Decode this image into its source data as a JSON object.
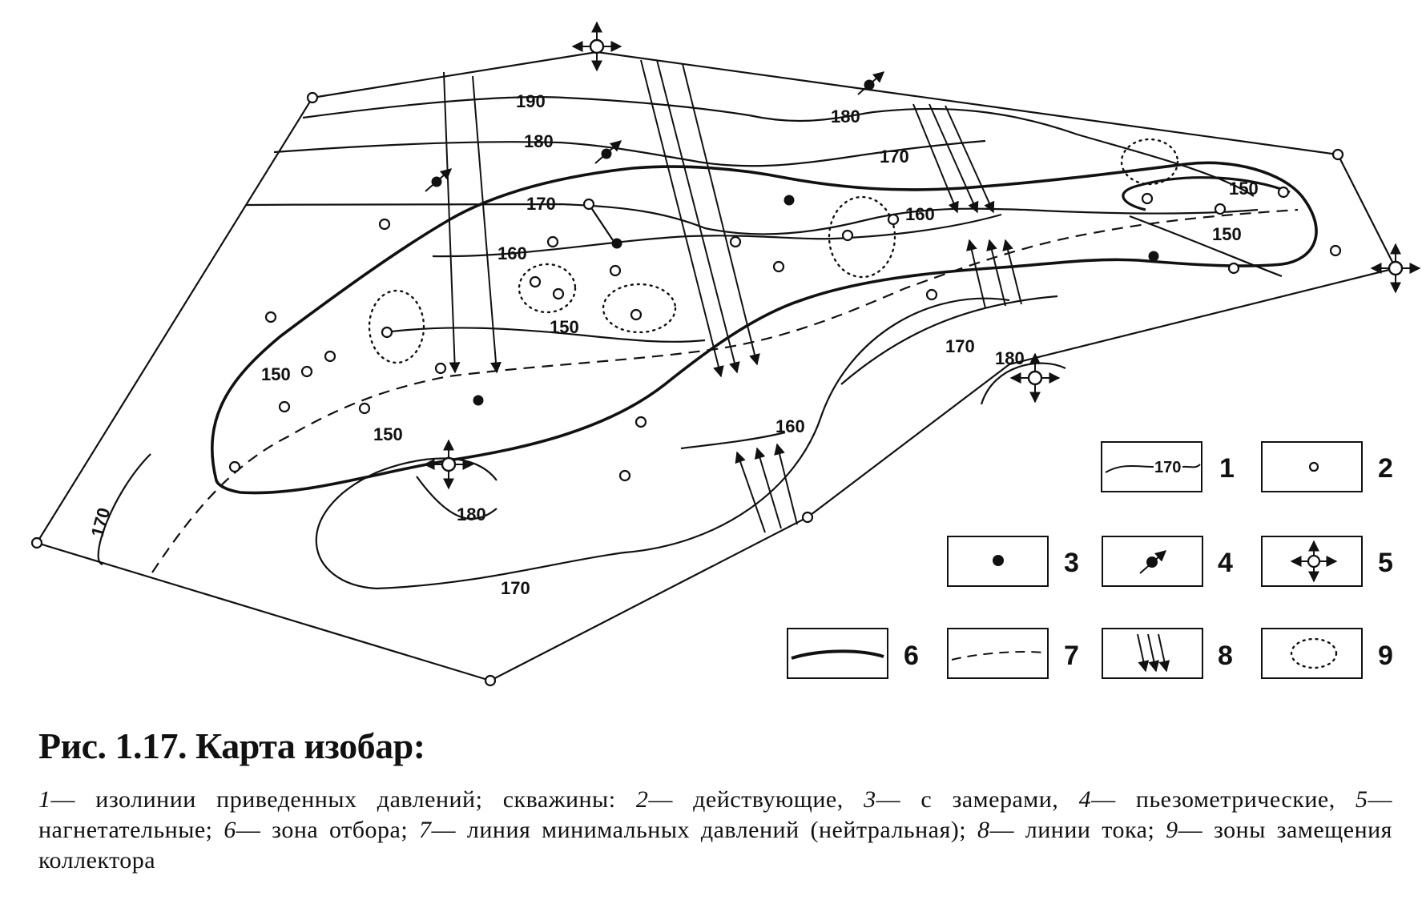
{
  "figure": {
    "title": "Рис. 1.17. Карта изобар:",
    "caption_items": [
      {
        "num": "1",
        "text": "— изолинии приведенных давлений; скважины: "
      },
      {
        "num": "2",
        "text": "— действующие, "
      },
      {
        "num": "3",
        "text": "— с замерами, "
      },
      {
        "num": "4",
        "text": "— пьезометрические, "
      },
      {
        "num": "5",
        "text": "— нагнетательные; "
      },
      {
        "num": "6",
        "text": "— зона отбора; "
      },
      {
        "num": "7",
        "text": "— линия минимальных давлений (нейтральная); "
      },
      {
        "num": "8",
        "text": "— линии тока; "
      },
      {
        "num": "9",
        "text": "— зоны замещения коллектора"
      }
    ]
  },
  "isobar_labels": [
    "190",
    "180",
    "170",
    "160",
    "150"
  ],
  "legend": [
    {
      "num": "1",
      "sample_label": "170"
    },
    {
      "num": "2"
    },
    {
      "num": "3"
    },
    {
      "num": "4"
    },
    {
      "num": "5"
    },
    {
      "num": "6"
    },
    {
      "num": "7"
    },
    {
      "num": "8"
    },
    {
      "num": "9"
    }
  ],
  "colors": {
    "ink": "#111111",
    "paper": "#ffffff"
  }
}
